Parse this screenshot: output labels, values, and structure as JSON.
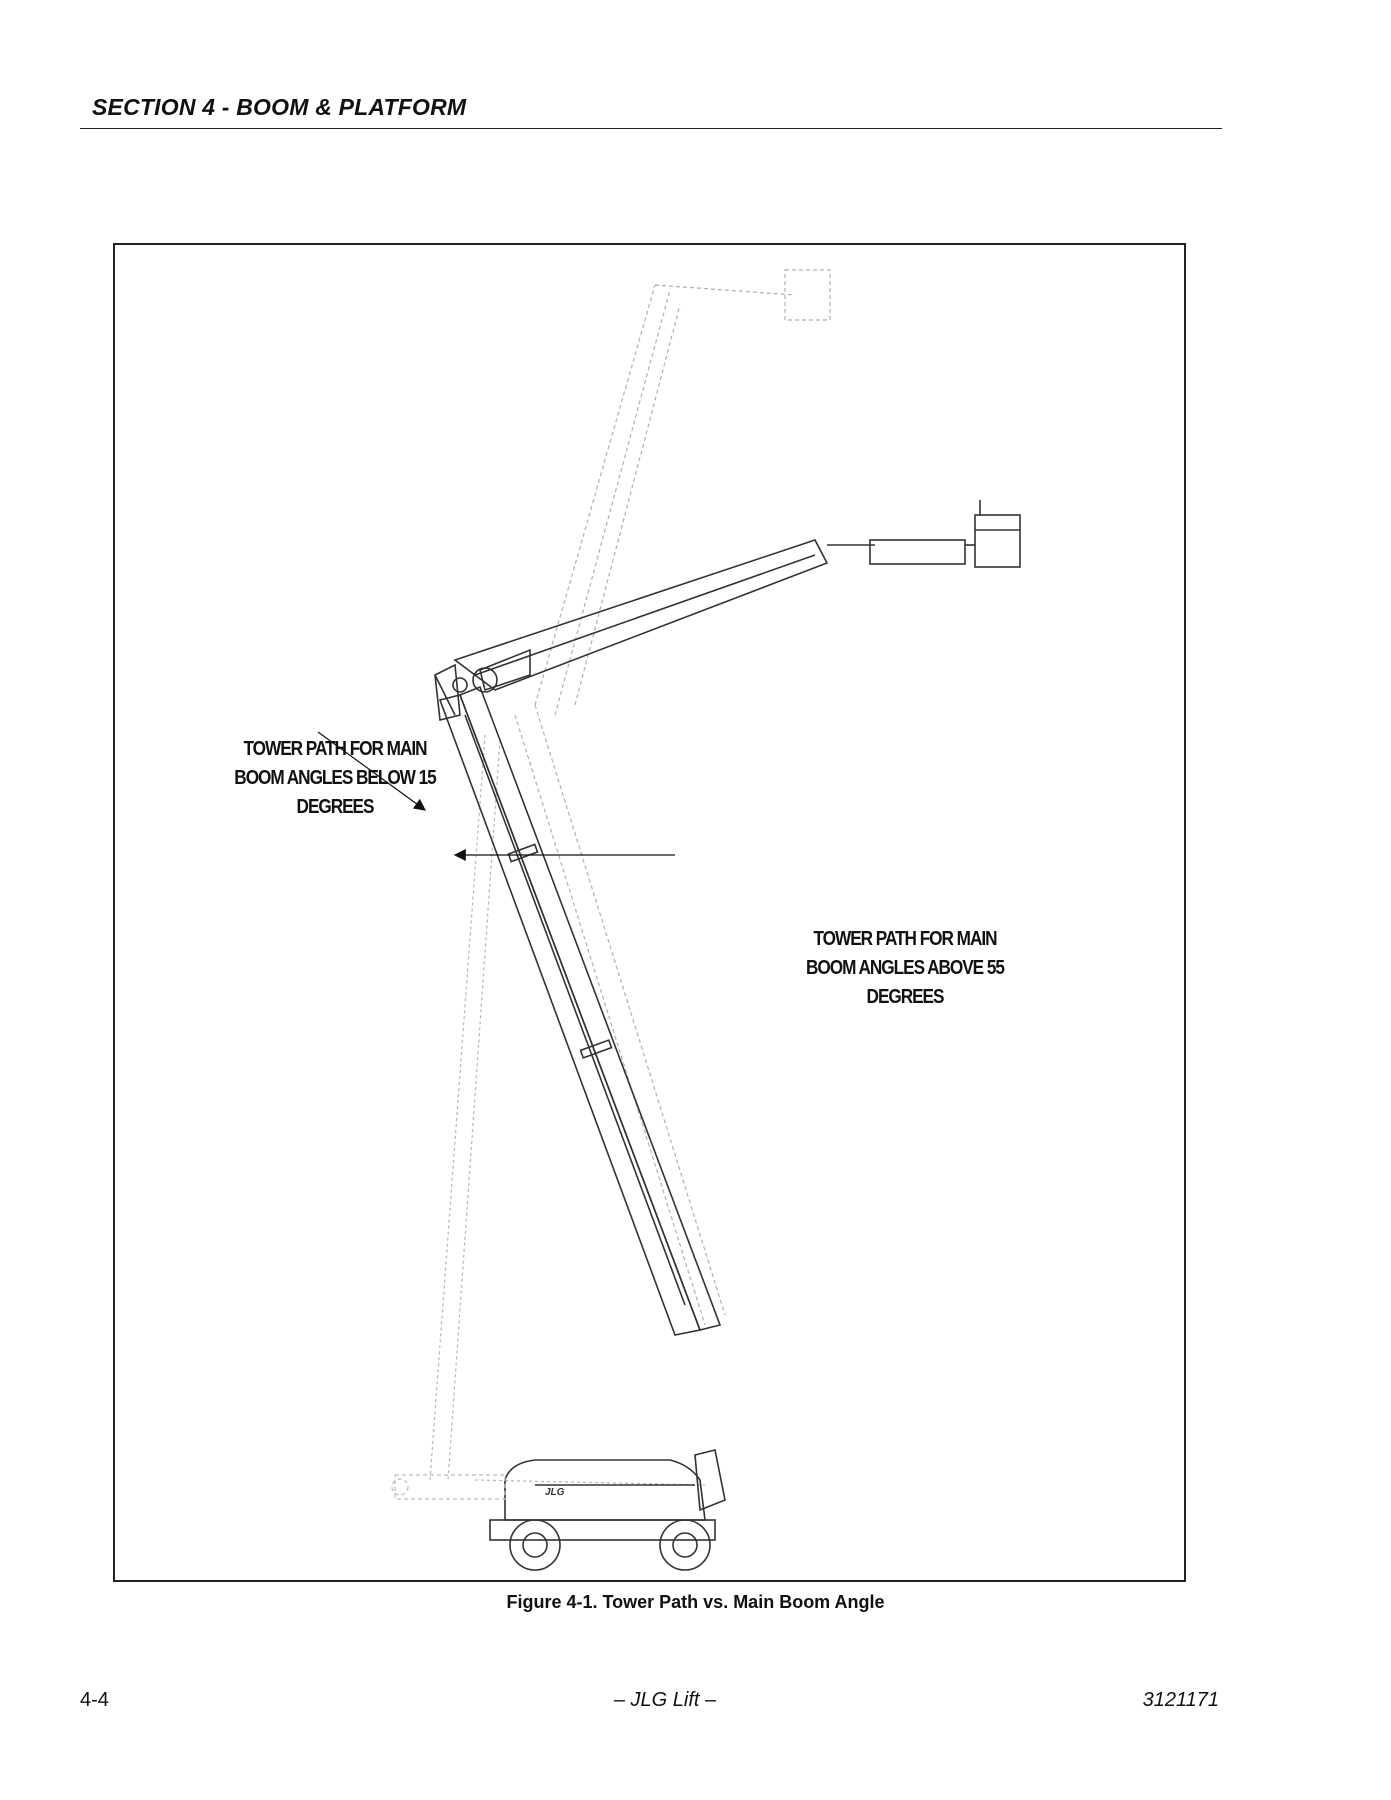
{
  "header": {
    "section_title": "SECTION 4 - BOOM & PLATFORM"
  },
  "figure": {
    "callouts": {
      "below_15": [
        "TOWER PATH FOR MAIN",
        "BOOM ANGLES BELOW 15",
        "DEGREES"
      ],
      "above_55": [
        "TOWER PATH FOR MAIN",
        "BOOM ANGLES ABOVE 55",
        "DEGREES"
      ]
    },
    "caption": "Figure 4-1.  Tower Path vs. Main Boom Angle",
    "machine_logo": "JLG"
  },
  "footer": {
    "page_number": "4-4",
    "publisher": "– JLG Lift –",
    "doc_number": "3121171"
  }
}
